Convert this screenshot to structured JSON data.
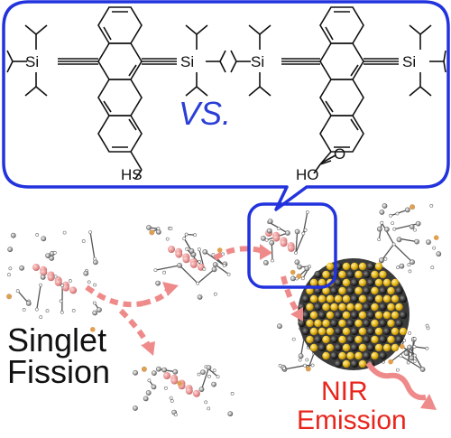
{
  "molecules": {
    "left": {
      "silicon_left": "Si",
      "silicon_right": "Si",
      "substituent": "HS"
    },
    "right": {
      "silicon_left": "Si",
      "silicon_right": "Si",
      "substituent_h": "HO",
      "substituent_o": "O"
    },
    "comparison_label": "VS."
  },
  "labels": {
    "singlet_line1": "Singlet",
    "singlet_line2": "Fission",
    "nir_line1": "NIR",
    "nir_line2": "Emission"
  },
  "colors": {
    "bubble_outline": "#2233dd",
    "vs_text": "#2b3fd6",
    "arrow_pink": "#ef8a8a",
    "nir_red": "#e8251c",
    "gold_atom": "#e8b81a",
    "dark_atom": "#2a2a2a",
    "pentacene_core": "#e89090"
  }
}
